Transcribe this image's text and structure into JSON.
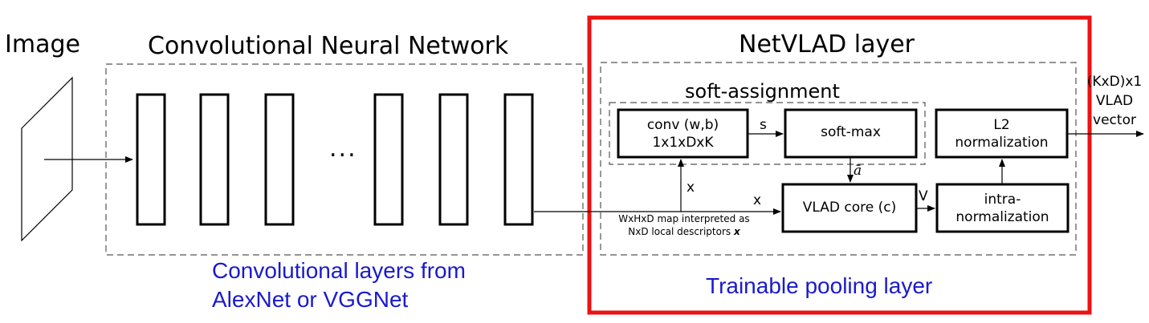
{
  "labels": {
    "image": "Image",
    "cnn_title": "Convolutional Neural Network",
    "netvlad_title": "NetVLAD layer",
    "soft_assignment": "soft-assignment",
    "conv_line1": "conv (w,b)",
    "conv_line2": "1x1xDxK",
    "s": "s",
    "softmax": "soft-max",
    "a_bar": "ā",
    "l2_line1": "L2",
    "l2_line2": "normalization",
    "x_vertical": "x",
    "x_horizontal": "x",
    "vlad_core": "VLAD core (c)",
    "v": "V",
    "intra_line1": "intra-",
    "intra_line2": "normalization",
    "map_line1": "WxHxD map interpreted as",
    "map_line2": "NxD local descriptors",
    "map_x": "x",
    "ellipsis": "...",
    "output_line1": "(KxD)x1",
    "output_line2": "VLAD",
    "output_line3": "vector",
    "conv_layers_line1": "Convolutional layers from",
    "conv_layers_line2": "AlexNet or VGGNet",
    "trainable": "Trainable pooling layer"
  },
  "colors": {
    "highlight_border": "#ee1111",
    "caption_text": "#1a1acc",
    "line": "#000000",
    "dash": "#555555"
  }
}
